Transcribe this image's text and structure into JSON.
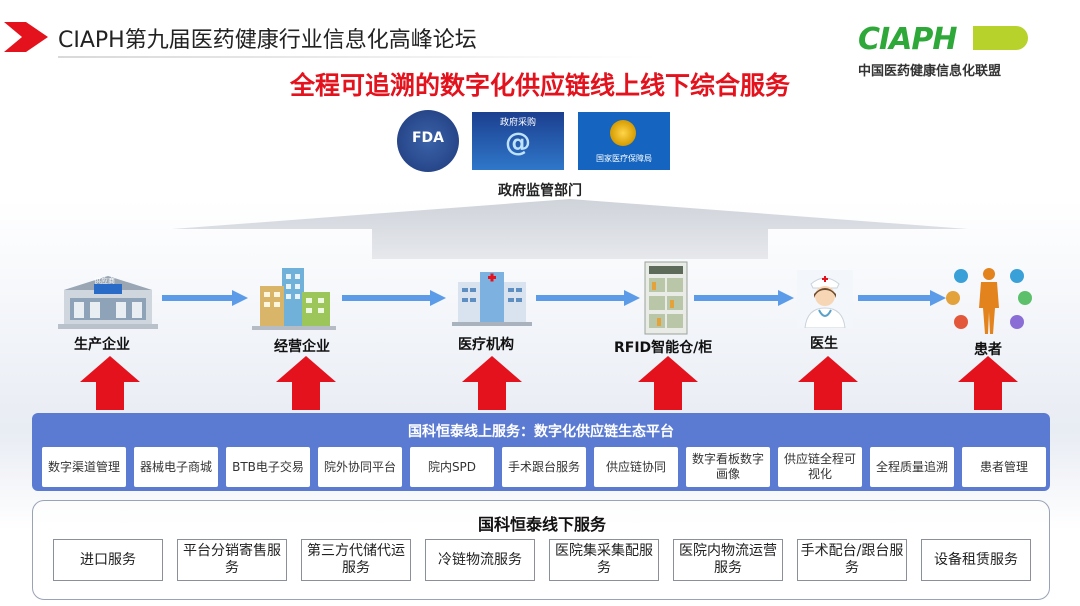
{
  "header": {
    "title": "CIAPH第九届医药健康行业信息化高峰论坛",
    "logo_text": "CIAPH",
    "logo_subtitle": "中国医药健康信息化联盟"
  },
  "main_title": "全程可追溯的数字化供应链线上线下综合服务",
  "gov": {
    "fda_label": "FDA",
    "purchase_label": "政府采购",
    "purchase_symbol": "@",
    "nhsa_label": "国家医疗保障局",
    "label": "政府监管部门"
  },
  "chain": {
    "nodes": [
      {
        "label": "生产企业",
        "icon": "factory-icon",
        "sign": "供应商"
      },
      {
        "label": "经营企业",
        "icon": "buildings-icon"
      },
      {
        "label": "医疗机构",
        "icon": "hospital-icon"
      },
      {
        "label": "RFID智能仓/柜",
        "icon": "smart-cabinet-icon"
      },
      {
        "label": "医生",
        "icon": "doctor-icon"
      },
      {
        "label": "患者",
        "icon": "patient-icon"
      }
    ]
  },
  "online": {
    "title": "国科恒泰线上服务：数字化供应链生态平台",
    "items": [
      "数字渠道管理",
      "器械电子商城",
      "BTB电子交易",
      "院外协同平台",
      "院内SPD",
      "手术跟台服务",
      "供应链协同",
      "数字看板数字画像",
      "供应链全程可视化",
      "全程质量追溯",
      "患者管理"
    ]
  },
  "offline": {
    "title": "国科恒泰线下服务",
    "items": [
      "进口服务",
      "平台分销寄售服务",
      "第三方代储代运服务",
      "冷链物流服务",
      "医院集采集配服务",
      "医院内物流运营服务",
      "手术配台/跟台服务",
      "设备租赁服务"
    ]
  },
  "colors": {
    "accent_red": "#e3121c",
    "platform_blue": "#5b7bd3",
    "flow_arrow_blue": "#5b9be8",
    "logo_green": "#2fa83a"
  }
}
